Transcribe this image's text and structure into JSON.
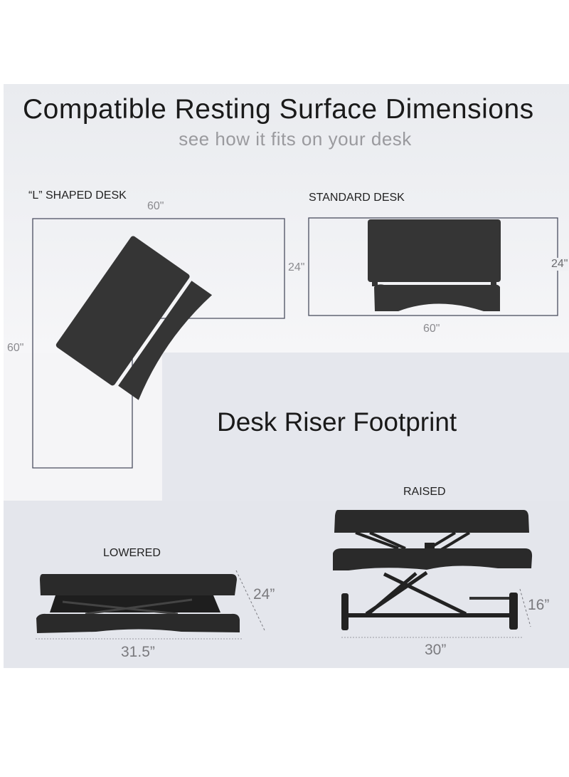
{
  "header": {
    "title": "Compatible Resting Surface Dimensions",
    "subtitle": "see how it fits on your desk"
  },
  "l_shaped_desk": {
    "label": "“L” SHAPED DESK",
    "width": "60\"",
    "depth": "24\"",
    "length": "60\""
  },
  "standard_desk": {
    "label": "STANDARD DESK",
    "width": "60\"",
    "depth": "24\""
  },
  "footprint": {
    "title": "Desk Riser Footprint",
    "lowered": {
      "label": "LOWERED",
      "depth": "24”",
      "width": "31.5”"
    },
    "raised": {
      "label": "RAISED",
      "height": "16”",
      "width": "30”"
    }
  }
}
